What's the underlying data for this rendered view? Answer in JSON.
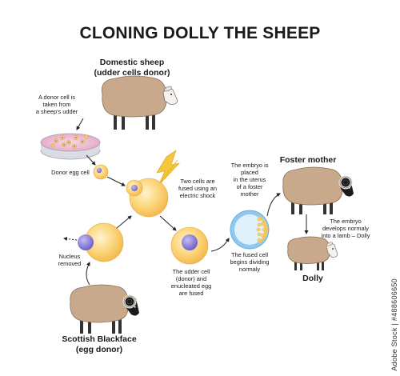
{
  "title": "CLONING DOLLY THE SHEEP",
  "labels": {
    "domestic_sheep": "Domestic sheep\n(udder cells donor)",
    "donor_cell_taken": "A donor cell is\ntaken from\na sheep's udder",
    "donor_egg_cell": "Donor egg cell",
    "two_cells_fused": "Two cells are\nfused using an\nelectric shock",
    "nucleus_removed": "Nucleus\nremoved",
    "scottish_blackface": "Scottish Blackface\n(egg donor)",
    "udder_cell_fused": "The udder cell\n(donor) and\nenucleated egg\nare fused",
    "fused_cell_dividing": "The fused cell\nbegins dividing\nnormaly",
    "embryo_placed": "The embryo is\nplaced\nin the uterus\nof a foster\nmother",
    "foster_mother": "Foster mother",
    "embryo_develops": "The embryo\ndevelops normaly\ninto a lamb – Dolly",
    "dolly": "Dolly"
  },
  "watermark": "Adobe Stock | #488606650",
  "colors": {
    "wool": "#c9a98b",
    "wool_outline": "#8a6d55",
    "cell": "#fbd377",
    "cell_core": "#fff1c2",
    "nucleus": "#8c7fd6",
    "embryo_blue": "#8fc8ec",
    "spark": "#f4c63d"
  }
}
